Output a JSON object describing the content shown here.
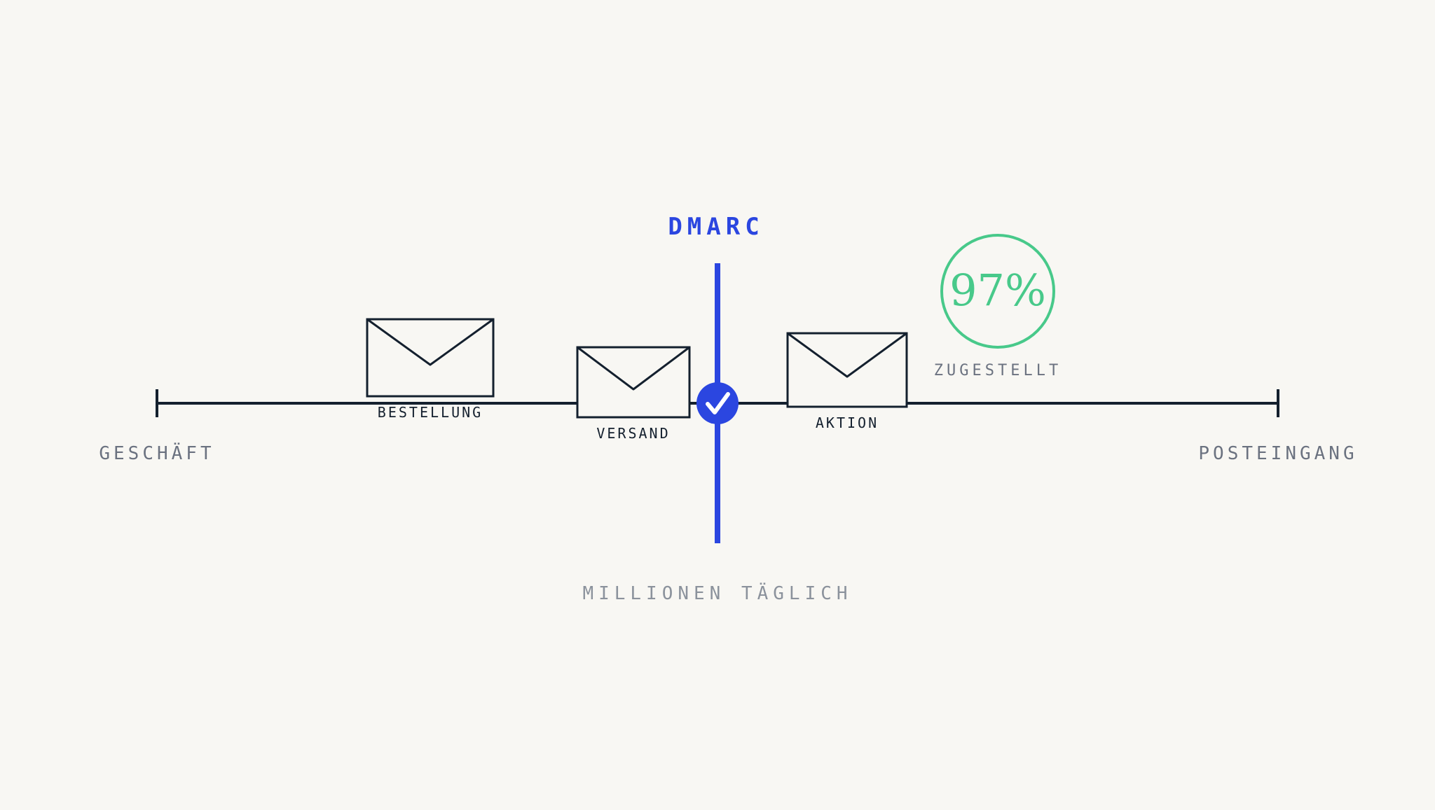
{
  "colors": {
    "background": "#f8f7f3",
    "ink": "#14202e",
    "accent": "#2b46e0",
    "success": "#48c98a",
    "muted": "#6b7280",
    "muted_light": "#8b929c"
  },
  "filter": {
    "label": "DMARC",
    "icon": "check-icon"
  },
  "endpoints": {
    "start": "GESCHÄFT",
    "end": "POSTEINGANG"
  },
  "messages": [
    {
      "label": "BESTELLUNG",
      "icon": "envelope-icon"
    },
    {
      "label": "VERSAND",
      "icon": "envelope-icon"
    },
    {
      "label": "AKTION",
      "icon": "envelope-icon"
    }
  ],
  "stat": {
    "value": "97%",
    "label": "ZUGESTELLT"
  },
  "caption": "MILLIONEN TÄGLICH"
}
